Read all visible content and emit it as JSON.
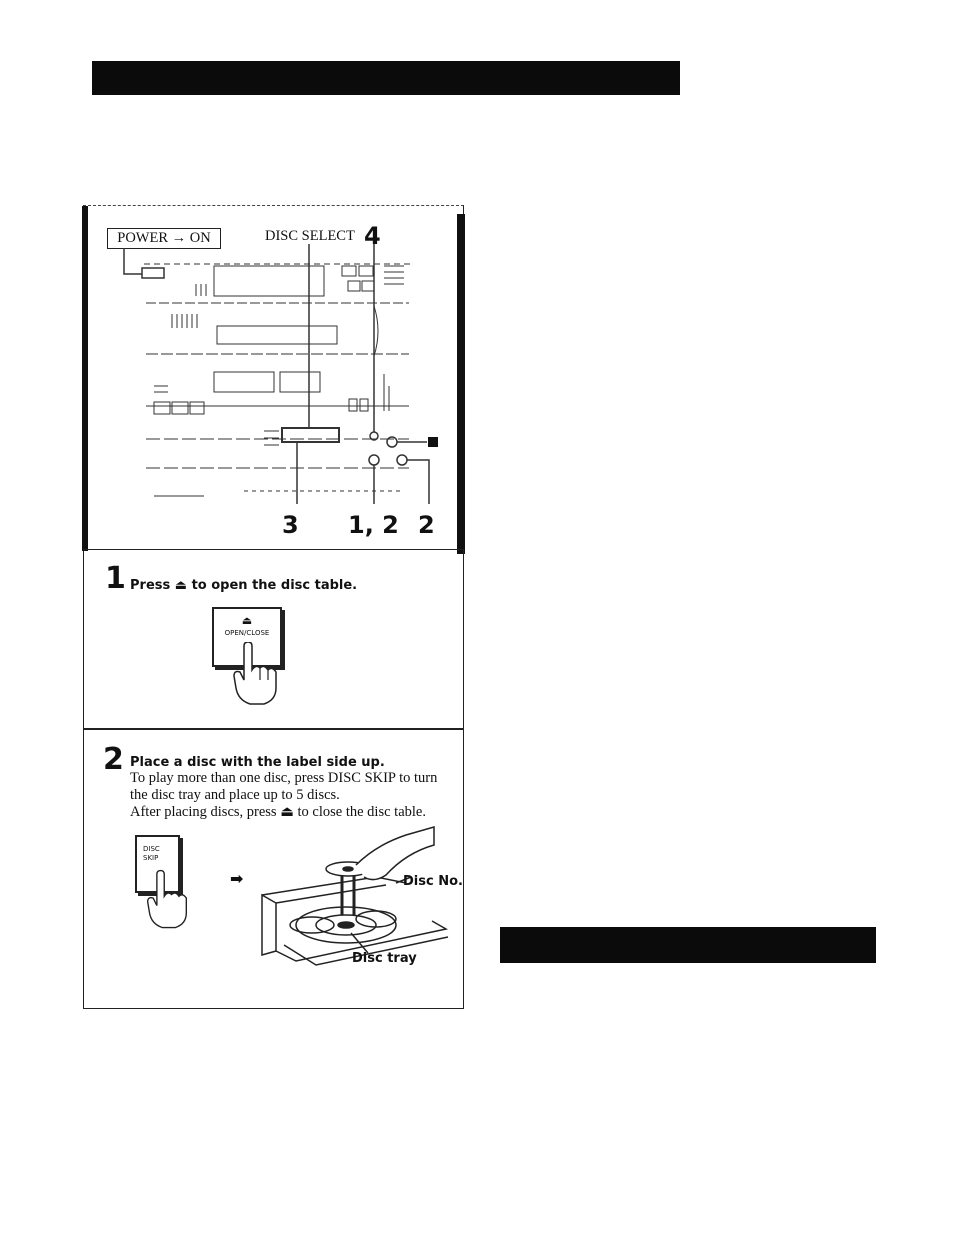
{
  "diagram": {
    "power_label": "POWER → ON",
    "disc_select_label": "DISC SELECT",
    "callout_top": "4",
    "callout_bottom_left": "3",
    "callout_bottom_mid": "1, 2",
    "callout_bottom_right": "2"
  },
  "step1": {
    "number": "1",
    "heading": "Press ⏏ to open the disc table.",
    "button_label": "OPEN/CLOSE"
  },
  "step2": {
    "number": "2",
    "heading": "Place a disc with the label side up.",
    "line1": "To play more than one disc, press DISC SKIP to turn",
    "line2": "the disc tray and place up to 5 discs.",
    "line3": "After placing discs, press ⏏ to close the disc table.",
    "button_label_1": "DISC",
    "button_label_2": "SKIP",
    "disc_no_label": "Disc No.",
    "disc_tray_label": "Disc tray"
  }
}
